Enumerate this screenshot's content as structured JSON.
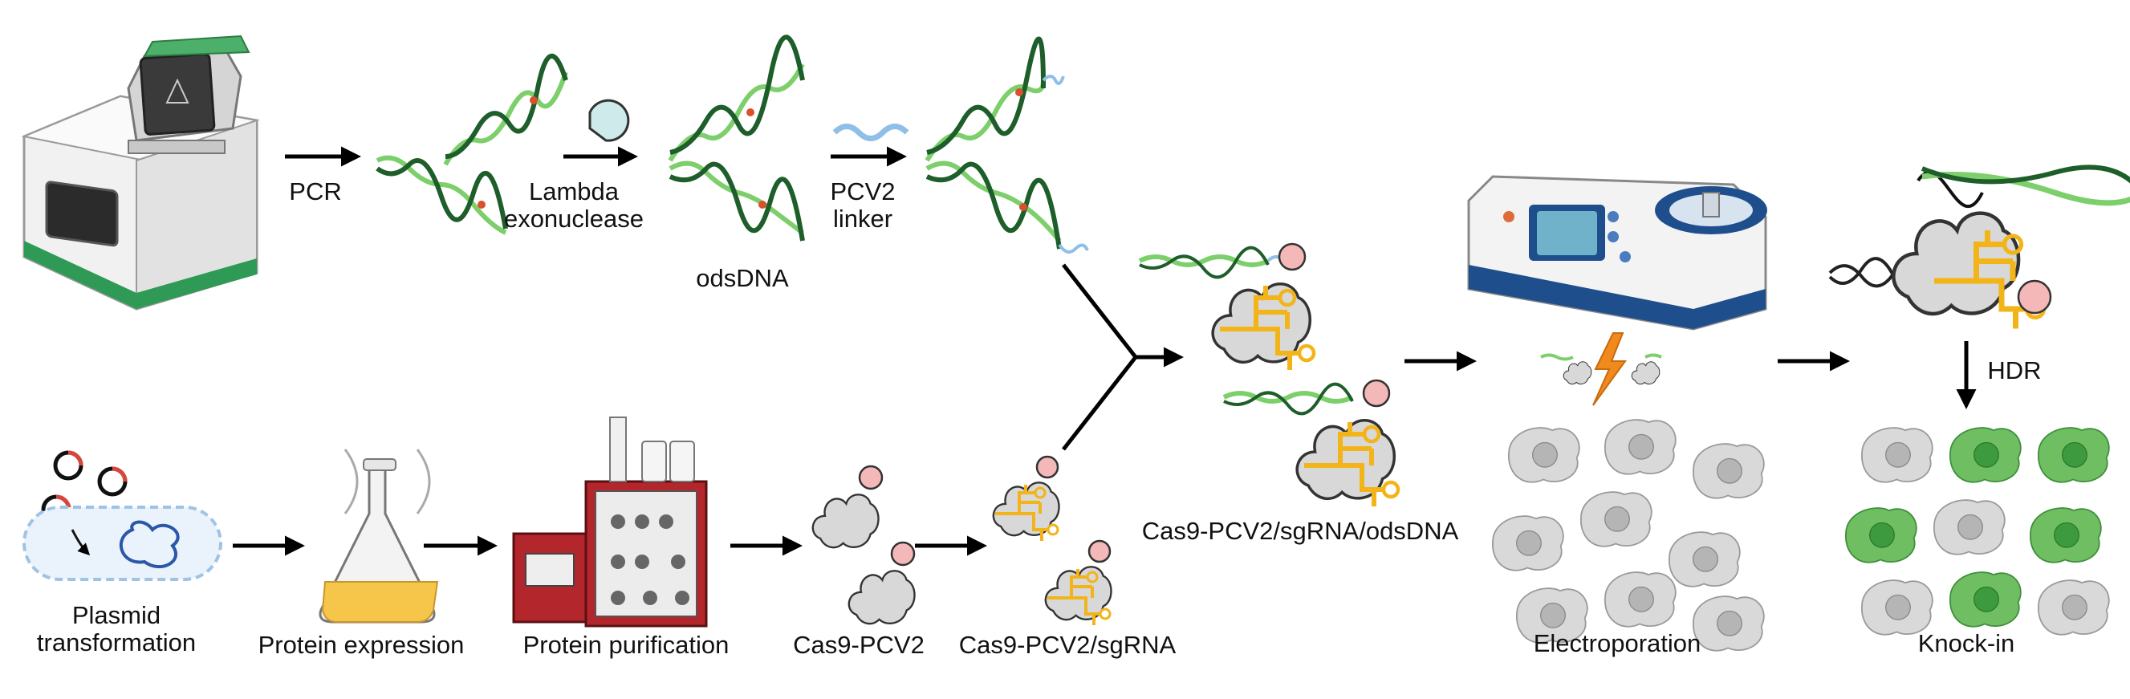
{
  "labels": {
    "pcr": "PCR",
    "lambda_line1": "Lambda",
    "lambda_line2": "exonuclease",
    "odsdna": "odsDNA",
    "pcv2_line1": "PCV2",
    "pcv2_line2": "linker",
    "plasmid_line1": "Plasmid",
    "plasmid_line2": "transformation",
    "protein_expression": "Protein expression",
    "protein_purification": "Protein purification",
    "cas9_pcv2": "Cas9-PCV2",
    "cas9_pcv2_sgrna": "Cas9-PCV2/sgRNA",
    "complex": "Cas9-PCV2/sgRNA/odsDNA",
    "electroporation": "Electroporation",
    "knockin": "Knock-in",
    "hdr": "HDR"
  },
  "colors": {
    "dna_light": "#7dcf6b",
    "dna_dark": "#1e5e2a",
    "mutation": "#d9502e",
    "linker": "#8fbfe6",
    "cas9": "#d8d8d8",
    "cas9_outline": "#333333",
    "pcv2": "#f4b8b8",
    "sgrna": "#f2b418",
    "cell": "#d4d4d4",
    "cell_green": "#5fb35c",
    "flask_liquid": "#f5c64a",
    "machine_red": "#b3262c",
    "electroporator_blue": "#1e4f8c",
    "plasmid_red": "#d9463a",
    "plasmid_blue": "#2a57a8",
    "arrow": "#000000"
  },
  "icons": [
    "thermocycler-icon",
    "exonuclease-icon",
    "linker-icon",
    "plasmid-icon",
    "flask-icon",
    "chromatography-system-icon",
    "electroporator-icon",
    "lightning-icon",
    "cas9-protein-icon",
    "cell-icon"
  ]
}
